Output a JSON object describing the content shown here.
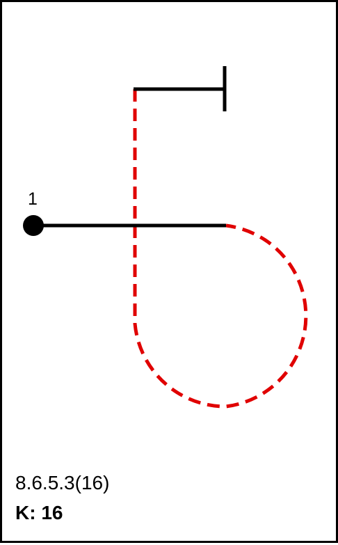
{
  "diagram": {
    "start_label": "1",
    "code": "8.6.5.3(16)",
    "k_label": "K: 16",
    "colors": {
      "solid": "#000000",
      "dashed": "#e00000",
      "frame": "#000000"
    }
  }
}
